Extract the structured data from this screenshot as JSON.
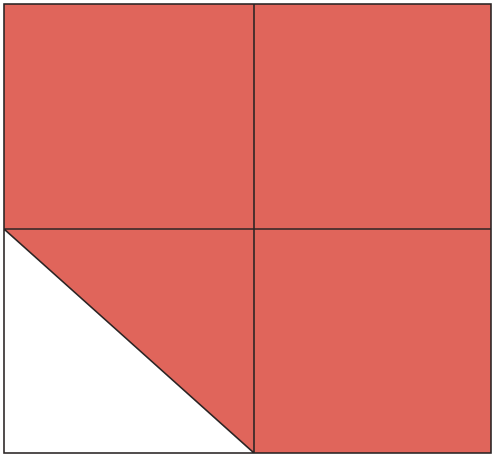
{
  "diagram": {
    "grid": {
      "rows": 2,
      "cols": 2
    },
    "colors": {
      "fill": "#e0655b",
      "stroke": "#2a2424",
      "background": "#ffffff",
      "unshaded": "#ffffff"
    },
    "cells": [
      {
        "row": 0,
        "col": 0,
        "shading": "full"
      },
      {
        "row": 0,
        "col": 1,
        "shading": "full"
      },
      {
        "row": 1,
        "col": 0,
        "shading": "upper-right-triangle"
      },
      {
        "row": 1,
        "col": 1,
        "shading": "full"
      }
    ]
  }
}
